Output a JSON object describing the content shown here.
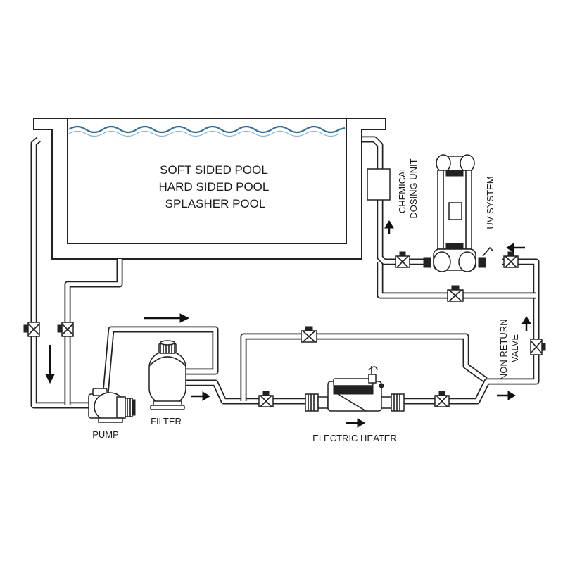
{
  "pool": {
    "lines": [
      "SOFT SIDED POOL",
      "HARD SIDED POOL",
      "SPLASHER POOL"
    ]
  },
  "labels": {
    "pump": "PUMP",
    "filter": "FILTER",
    "heater": "ELECTRIC HEATER",
    "chemical": [
      "CHEMICAL",
      "DOSING UNIT"
    ],
    "uv": "UV SYSTEM",
    "nrv": [
      "NON RETURN",
      "VALVE"
    ]
  },
  "colors": {
    "water": "#2f6f9a",
    "line": "#222222"
  }
}
